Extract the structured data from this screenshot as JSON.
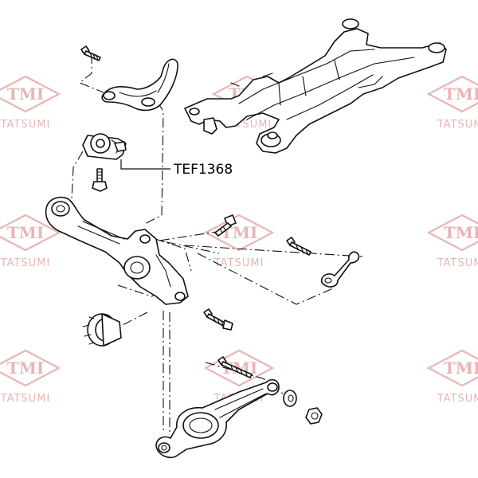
{
  "watermark": {
    "brand": "TMI",
    "name": "TATSUMI",
    "color": "#e9b5b5"
  },
  "callout": {
    "part_number": "TEF1368"
  },
  "colors": {
    "line": "#111111",
    "background": "#ffffff"
  }
}
